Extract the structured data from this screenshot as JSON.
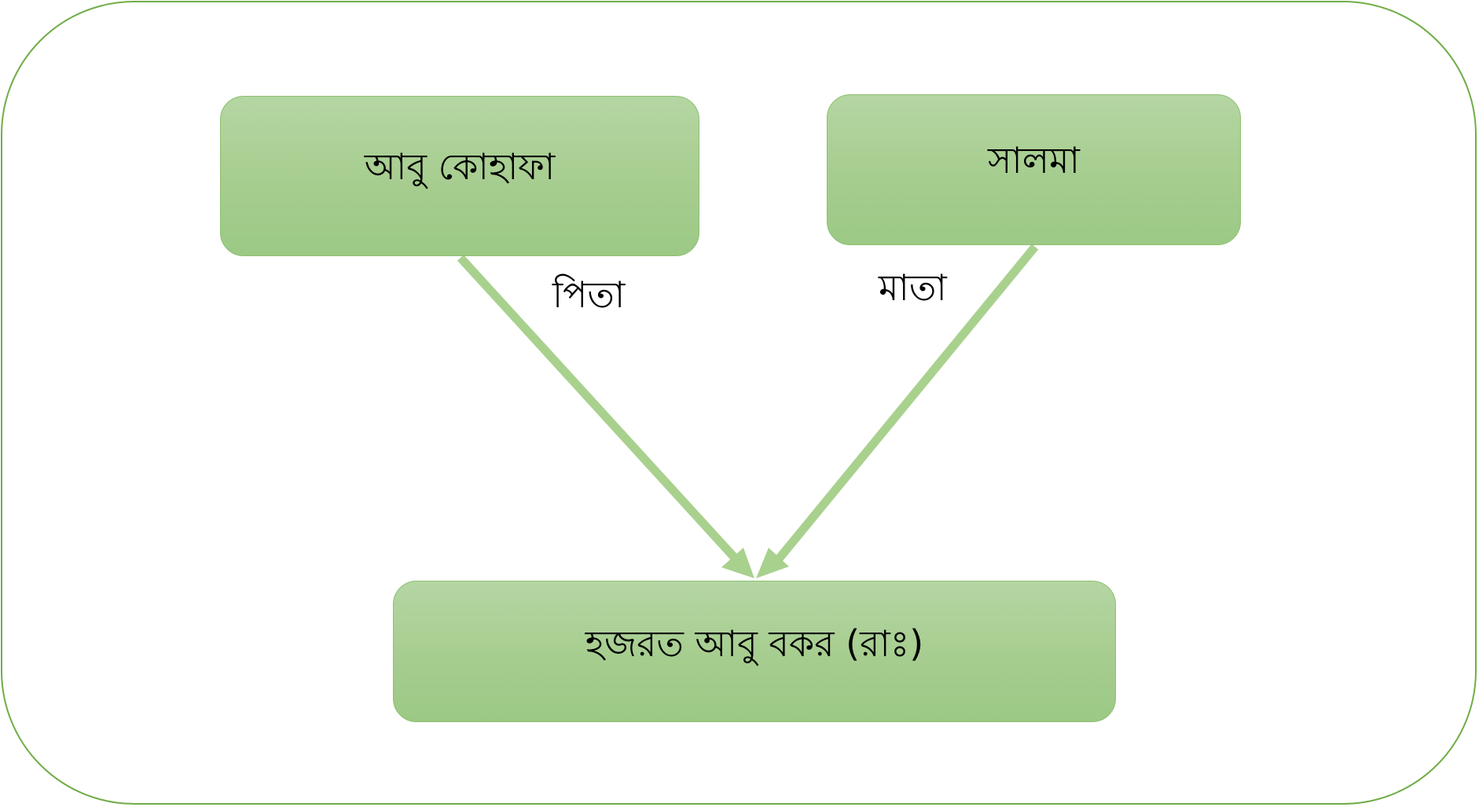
{
  "diagram": {
    "nodes": {
      "father": "আবু কোহাফা",
      "mother": "সালমা",
      "child": "হজরত আবু বকর (রাঃ)"
    },
    "edges": {
      "father_label": "পিতা",
      "mother_label": "মাতা"
    },
    "colors": {
      "border": "#70ad47",
      "node_fill_top": "#b5d6a3",
      "node_fill_bottom": "#9cc985",
      "arrow": "#a9d18e"
    }
  }
}
